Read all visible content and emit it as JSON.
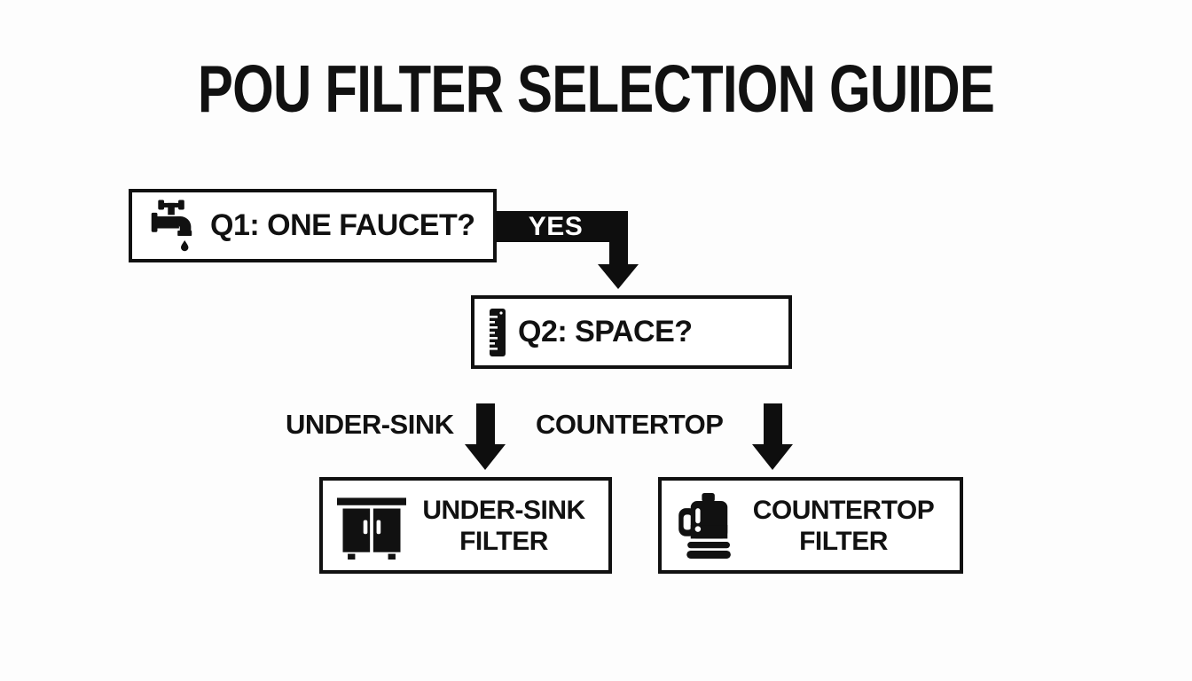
{
  "title": "POU FILTER SELECTION GUIDE",
  "colors": {
    "background": "#fdfdfd",
    "ink": "#111111",
    "box_fill": "#ffffff",
    "connector": "#0e0e0e",
    "label_on_dark": "#ffffff"
  },
  "flowchart": {
    "q1": {
      "label": "Q1: ONE FAUCET?",
      "icon": "faucet-icon"
    },
    "yes_connector": {
      "label": "YES"
    },
    "q2": {
      "label": "Q2: SPACE?",
      "icon": "ruler-icon"
    },
    "branches": [
      {
        "label": "UNDER-SINK"
      },
      {
        "label": "COUNTERTOP"
      }
    ],
    "outcomes": [
      {
        "line1": "UNDER-SINK",
        "line2": "FILTER",
        "icon": "cabinet-icon"
      },
      {
        "line1": "COUNTERTOP",
        "line2": "FILTER",
        "icon": "pitcher-icon"
      }
    ]
  }
}
